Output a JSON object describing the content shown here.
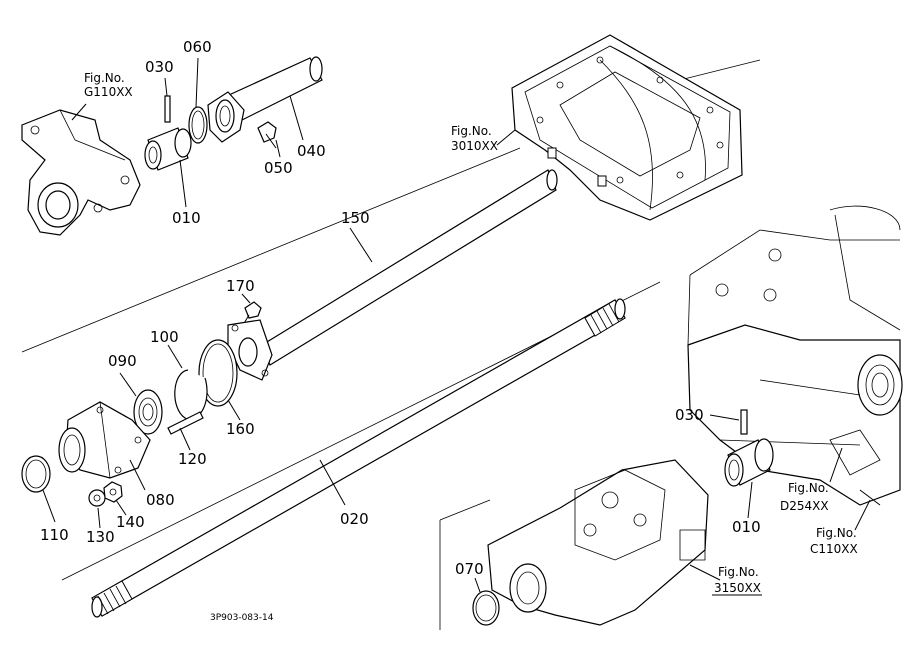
{
  "diagram_code": "3P903-083-14",
  "references": {
    "g110": {
      "line1": "Fig.No.",
      "line2": "G110XX"
    },
    "r3010": {
      "line1": "Fig.No.",
      "line2": "3010XX"
    },
    "d254": {
      "line1": "Fig.No.",
      "line2": "D254XX"
    },
    "c110": {
      "line1": "Fig.No.",
      "line2": "C110XX"
    },
    "r3150": {
      "line1": "Fig.No.",
      "line2": "3150XX"
    }
  },
  "parts": {
    "p010_top": "010",
    "p030_top": "030",
    "p060": "060",
    "p040": "040",
    "p050": "050",
    "p150": "150",
    "p170": "170",
    "p100": "100",
    "p090": "090",
    "p160": "160",
    "p120": "120",
    "p080": "080",
    "p110": "110",
    "p140": "140",
    "p130": "130",
    "p020": "020",
    "p030_right": "030",
    "p010_right": "010",
    "p070": "070"
  }
}
